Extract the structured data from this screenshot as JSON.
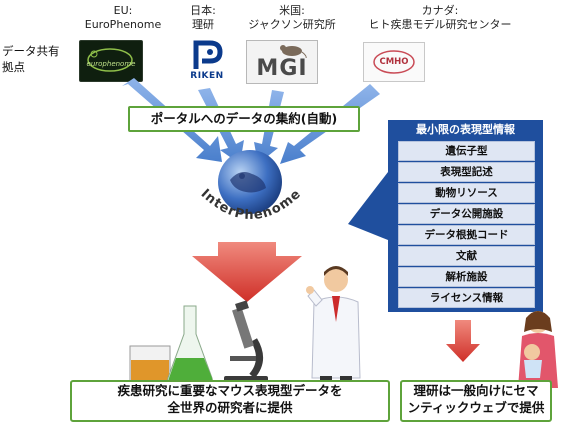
{
  "headers": {
    "eu_line1": "EU:",
    "eu_line2": "EuroPhenome",
    "japan_line1": "日本:",
    "japan_line2": "理研",
    "usa_line1": "米国:",
    "usa_line2": "ジャクソン研究所",
    "canada_line1": "カナダ:",
    "canada_line2": "ヒト疾患モデル研究センター"
  },
  "side_label": {
    "line1": "データ共有",
    "line2": "拠点"
  },
  "logos": {
    "europhenome": "europhenome",
    "riken": "RIKEN",
    "mgi": "MGI",
    "cmho": "CMHO"
  },
  "portal_caption": "ポータルへのデータの集約(自動)",
  "interphenome_label": "InterPhenome",
  "info_panel": {
    "title": "最小限の表現型情報",
    "items": [
      "遺伝子型",
      "表現型記述",
      "動物リソース",
      "データ公開施設",
      "データ根拠コード",
      "文献",
      "解析施設",
      "ライセンス情報"
    ]
  },
  "bottom_left": {
    "line1": "疾患研究に重要なマウス表現型データを",
    "line2": "全世界の研究者に提供"
  },
  "bottom_right": {
    "line1": "理研は一般向けにセマ",
    "line2": "ンティックウェブで提供"
  },
  "colors": {
    "panel_blue": "#1f4f9e",
    "arrow_blue": "#5b8fd6",
    "arrow_red": "#d9403a",
    "box_green": "#5ea33b"
  }
}
